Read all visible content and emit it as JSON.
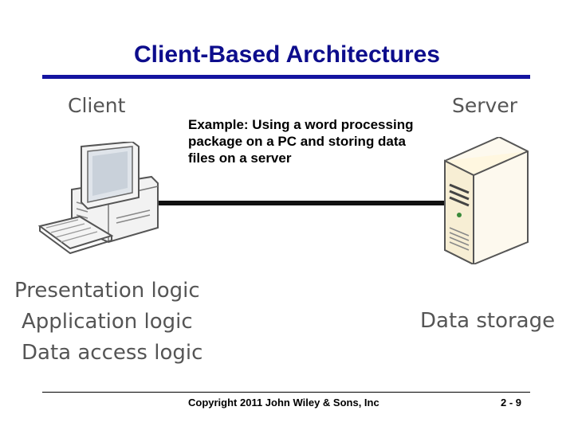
{
  "slide": {
    "title": "Client-Based Architectures",
    "client_label": "Client",
    "server_label": "Server",
    "example_text": "Example: Using a word processing package on a PC and storing data files on a server",
    "client_logic": [
      "Presentation logic",
      "Application logic",
      "Data access logic"
    ],
    "server_logic": "Data storage",
    "footer": "Copyright 2011 John Wiley & Sons, Inc",
    "page_number": "2 - 9"
  },
  "icons": {
    "client": "desktop-computer-icon",
    "server": "server-tower-icon"
  },
  "colors": {
    "title": "#0d0d8c",
    "rule": "#1414a0",
    "label": "#555555"
  }
}
